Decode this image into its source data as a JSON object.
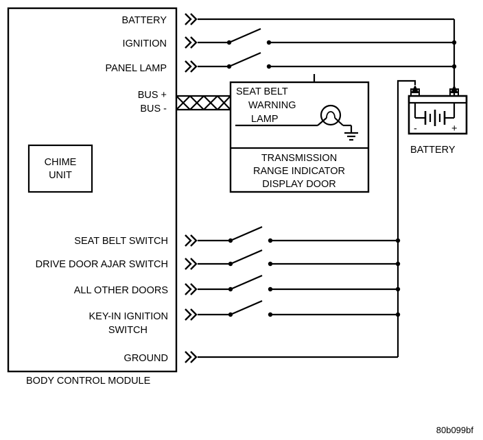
{
  "bcm": {
    "title": "BODY CONTROL MODULE",
    "chime": [
      "CHIME",
      "UNIT"
    ],
    "inputs": {
      "battery": "BATTERY",
      "ignition": "IGNITION",
      "panel_lamp": "PANEL LAMP",
      "bus_plus": "BUS +",
      "bus_minus": "BUS -",
      "seat_belt_switch": "SEAT BELT SWITCH",
      "drive_door_ajar_switch": "DRIVE DOOR AJAR SWITCH",
      "all_other_doors": "ALL OTHER DOORS",
      "key_in_ignition_1": "KEY-IN IGNITION",
      "key_in_ignition_2": "SWITCH",
      "ground": "GROUND"
    }
  },
  "display": {
    "lamp": [
      "SEAT BELT",
      "WARNING",
      "LAMP"
    ],
    "transmission": [
      "TRANSMISSION",
      "RANGE INDICATOR",
      "DISPLAY DOOR"
    ]
  },
  "battery": {
    "label": "BATTERY",
    "minus": "-",
    "plus": "+"
  },
  "figure_id": "80b099bf"
}
